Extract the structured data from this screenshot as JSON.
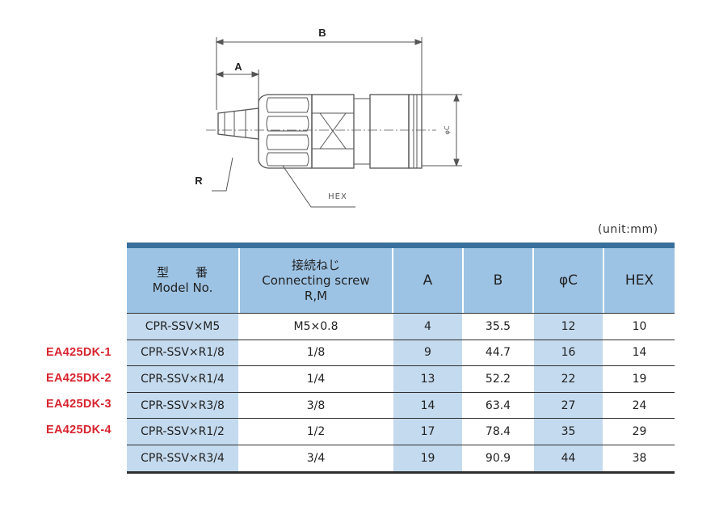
{
  "drawing": {
    "label_a": "A",
    "label_b": "B",
    "label_r": "R",
    "label_c": "φC",
    "label_hex": "HEX"
  },
  "unit_note": "(unit:mm)",
  "table": {
    "headers": {
      "model_jp": "型　　番",
      "model_en": "Model No.",
      "screw_jp": "接続ねじ",
      "screw_en": "Connecting screw",
      "screw_rm": "R,M",
      "a": "A",
      "b": "B",
      "c": "φC",
      "hex": "HEX"
    },
    "rows": [
      {
        "tag": "",
        "model": "CPR-SSV×M5",
        "screw": "M5×0.8",
        "a": "4",
        "b": "35.5",
        "c": "12",
        "hex": "10"
      },
      {
        "tag": "EA425DK-1",
        "model": "CPR-SSV×R1/8",
        "screw": "1/8",
        "a": "9",
        "b": "44.7",
        "c": "16",
        "hex": "14"
      },
      {
        "tag": "EA425DK-2",
        "model": "CPR-SSV×R1/4",
        "screw": "1/4",
        "a": "13",
        "b": "52.2",
        "c": "22",
        "hex": "19"
      },
      {
        "tag": "EA425DK-3",
        "model": "CPR-SSV×R3/8",
        "screw": "3/8",
        "a": "14",
        "b": "63.4",
        "c": "27",
        "hex": "24"
      },
      {
        "tag": "EA425DK-4",
        "model": "CPR-SSV×R1/2",
        "screw": "1/2",
        "a": "17",
        "b": "78.4",
        "c": "35",
        "hex": "29"
      },
      {
        "tag": "",
        "model": "CPR-SSV×R3/4",
        "screw": "3/4",
        "a": "19",
        "b": "90.9",
        "c": "44",
        "hex": "38"
      }
    ]
  }
}
